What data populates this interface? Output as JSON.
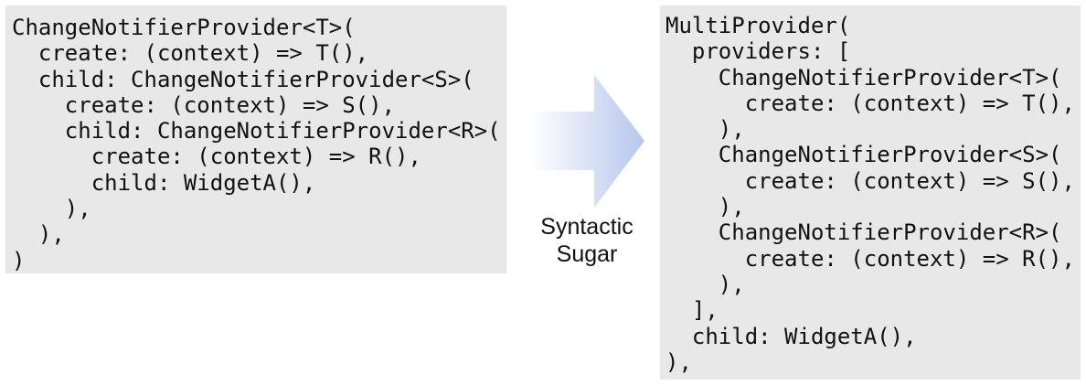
{
  "left_code": {
    "lines": [
      "ChangeNotifierProvider<T>(",
      "  create: (context) => T(),",
      "  child: ChangeNotifierProvider<S>(",
      "    create: (context) => S(),",
      "    child: ChangeNotifierProvider<R>(",
      "      create: (context) => R(),",
      "      child: WidgetA(),",
      "    ),",
      "  ),",
      ")"
    ]
  },
  "right_code": {
    "lines": [
      "MultiProvider(",
      "  providers: [",
      "    ChangeNotifierProvider<T>(",
      "      create: (context) => T(),",
      "    ),",
      "    ChangeNotifierProvider<S>(",
      "      create: (context) => S(),",
      "    ),",
      "    ChangeNotifierProvider<R>(",
      "      create: (context) => R(),",
      "    ),",
      "  ],",
      "  child: WidgetA(),",
      "),"
    ]
  },
  "arrow": {
    "label_line1": "Syntactic",
    "label_line2": "Sugar",
    "icon": "right-arrow-icon",
    "gradient_start": "#ffffff",
    "gradient_end": "#b6c6ec"
  },
  "colors": {
    "code_background": "#e8e8e8",
    "text": "#111111"
  }
}
